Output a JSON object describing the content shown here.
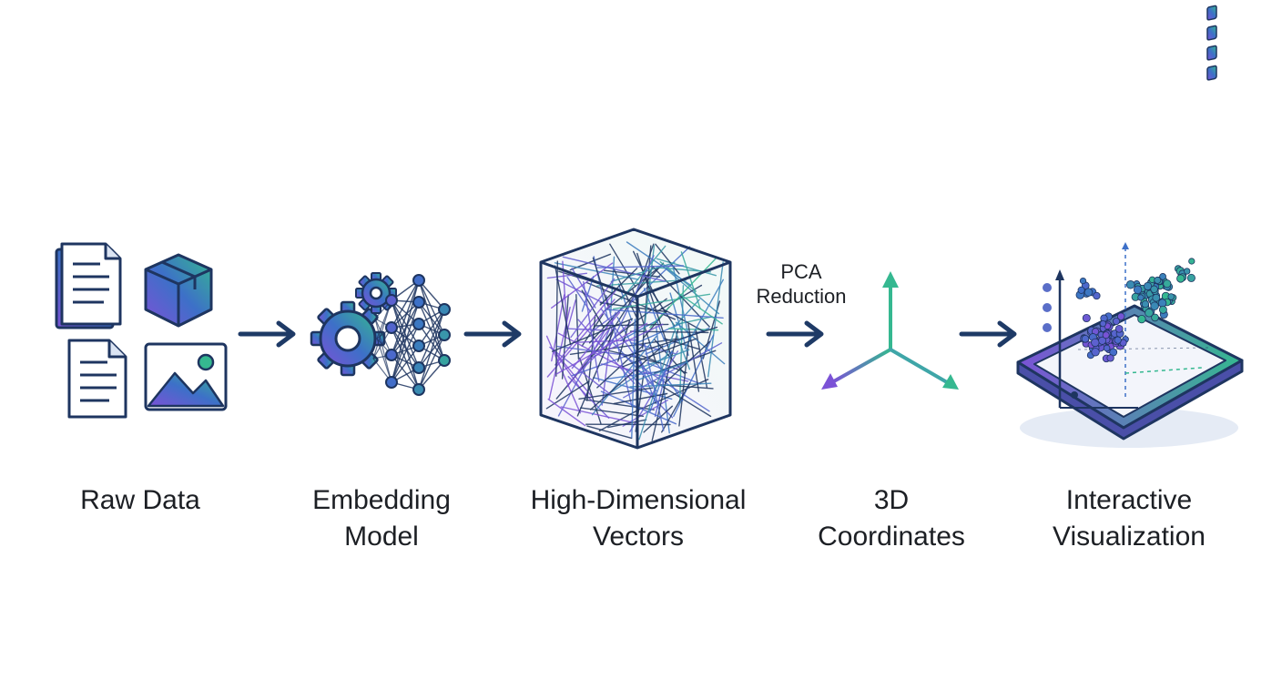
{
  "diagram": {
    "stages": [
      {
        "id": "raw-data",
        "label_lines": [
          "Raw Data"
        ]
      },
      {
        "id": "embedding-model",
        "label_lines": [
          "Embedding",
          "Model"
        ]
      },
      {
        "id": "high-dimensional-vectors",
        "label_lines": [
          "High-Dimensional",
          "Vectors"
        ]
      },
      {
        "id": "3d-coordinates",
        "label_lines": [
          "3D",
          "Coordinates"
        ]
      },
      {
        "id": "interactive-visualization",
        "label_lines": [
          "Interactive",
          "Visualization"
        ]
      }
    ],
    "transitions": [
      {
        "from": "raw-data",
        "to": "embedding-model",
        "label_lines": []
      },
      {
        "from": "embedding-model",
        "to": "high-dimensional-vectors",
        "label_lines": []
      },
      {
        "from": "high-dimensional-vectors",
        "to": "3d-coordinates",
        "label_lines": [
          "PCA",
          "Reduction"
        ]
      },
      {
        "from": "3d-coordinates",
        "to": "interactive-visualization",
        "label_lines": []
      }
    ],
    "icons": {
      "raw-data": [
        "document-icon",
        "document-icon",
        "box-icon",
        "image-icon"
      ],
      "embedding-model": [
        "gears-icon",
        "neural-network-icon"
      ],
      "high-dimensional-vectors": [
        "vector-cube-icon"
      ],
      "3d-coordinates": [
        "3d-axes-icon"
      ],
      "interactive-visualization": [
        "tablet-scatter-icon"
      ]
    },
    "colors": {
      "ink": "#1e3560",
      "arrow": "#1e3a66",
      "purple": "#7b52d6",
      "blue": "#3d70c8",
      "teal": "#35b890",
      "text": "#1c1f24"
    }
  }
}
